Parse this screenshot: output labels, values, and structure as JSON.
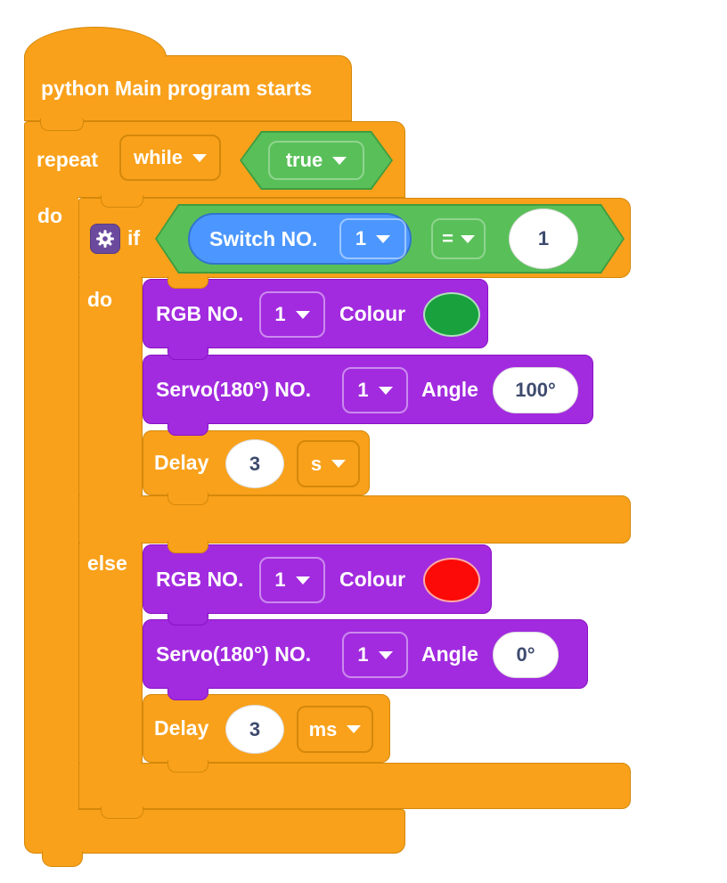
{
  "colors": {
    "block_orange": "#F9A11B",
    "block_orange_border": "#D4880A",
    "block_purple": "#A22BDF",
    "block_purple_border": "#8A12C4",
    "boolean_green": "#59C059",
    "boolean_green_border": "#3F9C3F",
    "sensor_blue": "#4C97FF",
    "sensor_blue_border": "#3373CC",
    "colour_swatch_green": "#18A13D",
    "colour_swatch_red": "#FB0A07",
    "input_text": "#3E4B6E",
    "gear_icon_bg": "#6B4A9E",
    "workspace_bg": "#FFFFFF"
  },
  "hat": {
    "label": "python Main program starts"
  },
  "repeat_block": {
    "label": "repeat",
    "do_label": "do",
    "mode_dropdown": {
      "selected": "while"
    },
    "condition_dropdown": {
      "selected": "true"
    }
  },
  "if_block": {
    "label": "if",
    "do_label": "do",
    "else_label": "else",
    "gear_icon": "mutator-gear",
    "condition": {
      "sensor_label": "Switch NO.",
      "sensor_no": "1",
      "operator": "=",
      "compare_value": "1"
    }
  },
  "then_branch": {
    "rgb": {
      "label": "RGB NO.",
      "no": "1",
      "colour_label": "Colour",
      "colour_name": "green",
      "colour_hex": "#18A13D"
    },
    "servo": {
      "label": "Servo(180°) NO.",
      "no": "1",
      "angle_label": "Angle",
      "angle": "100°"
    },
    "delay": {
      "label": "Delay",
      "value": "3",
      "unit": "s"
    }
  },
  "else_branch": {
    "rgb": {
      "label": "RGB NO.",
      "no": "1",
      "colour_label": "Colour",
      "colour_name": "red",
      "colour_hex": "#FB0A07"
    },
    "servo": {
      "label": "Servo(180°) NO.",
      "no": "1",
      "angle_label": "Angle",
      "angle": "0°"
    },
    "delay": {
      "label": "Delay",
      "value": "3",
      "unit": "ms"
    }
  }
}
